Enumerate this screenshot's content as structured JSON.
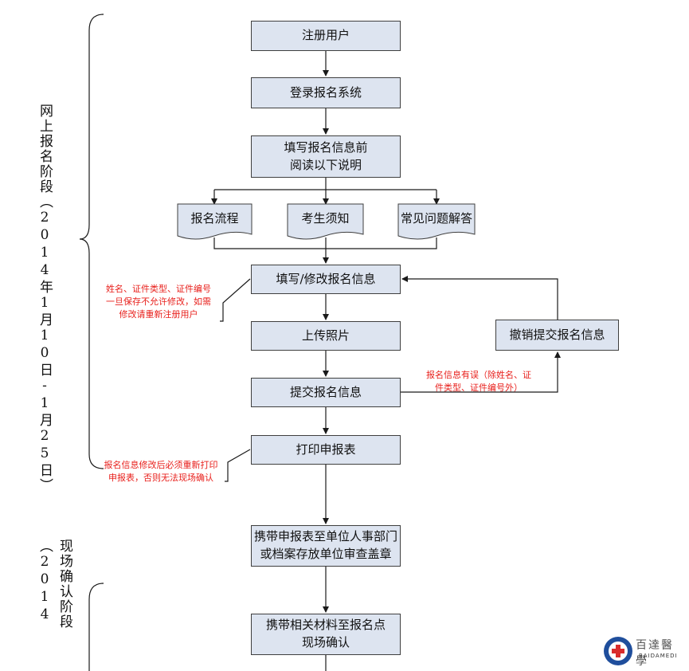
{
  "stages": {
    "online_title": "网上报名阶段（2014年1月10日-1月25日）",
    "onsite_title": "现场确认阶段（2014"
  },
  "steps": {
    "register": "注册用户",
    "login": "登录报名系统",
    "read_before": "填写报名信息前\n阅读以下说明",
    "process_doc": "报名流程",
    "candidate_doc": "考生须知",
    "faq_doc": "常见问题解答",
    "fill_modify": "填写/修改报名信息",
    "upload_photo": "上传照片",
    "submit": "提交报名信息",
    "print_form": "打印申报表",
    "revoke": "撤销提交报名信息",
    "carry_form": "携带申报表至单位人事部门\n或档案存放单位审查盖章",
    "carry_materials": "携带相关材料至报名点\n现场确认"
  },
  "notes": {
    "fill_note": "姓名、证件类型、证件编号\n一旦保存不允许修改，如需\n修改请重新注册用户",
    "error_note": "报名信息有误（除姓名、证\n件类型、证件编号外）",
    "print_note": "报名信息修改后必须重新打印\n申报表，否则无法现场确认"
  },
  "logo": {
    "cn": "百達醫學",
    "en": "BAIDAMEDI"
  },
  "colors": {
    "box_fill": "#dde4f0",
    "note_text": "#e8201c",
    "lines": "#1a1a1a"
  }
}
